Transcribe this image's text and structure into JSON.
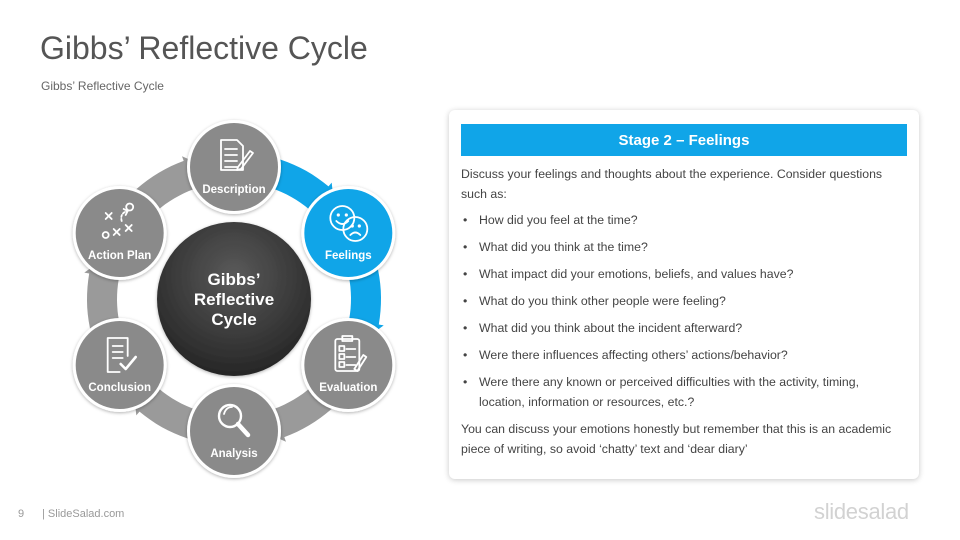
{
  "title": "Gibbs’ Reflective Cycle",
  "subtitle": "Gibbs’ Reflective Cycle",
  "diagram": {
    "center_lines": [
      "Gibbs’",
      "Reflective",
      "Cycle"
    ],
    "nodes": [
      {
        "label": "Description",
        "icon": "document-pen-icon",
        "active": false
      },
      {
        "label": "Feelings",
        "icon": "faces-icon",
        "active": true
      },
      {
        "label": "Evaluation",
        "icon": "checklist-clipboard-icon",
        "active": false
      },
      {
        "label": "Analysis",
        "icon": "magnifier-icon",
        "active": false
      },
      {
        "label": "Conclusion",
        "icon": "document-check-icon",
        "active": false
      },
      {
        "label": "Action Plan",
        "icon": "strategy-play-icon",
        "active": false
      }
    ],
    "colors": {
      "active": "#10a5e8",
      "node": "#8a8a8a",
      "ring": "#9a9a9a",
      "center": "#3d3d3d"
    }
  },
  "panel": {
    "header": "Stage 2 – Feelings",
    "intro": "Discuss your feelings and thoughts about the experience. Consider questions such as:",
    "bullets": [
      "How did you feel at the time?",
      "What did you think at the time?",
      "What impact did your emotions, beliefs, and values have?",
      "What do you think other people were feeling?",
      "What did you think about the incident afterward?",
      "Were there influences affecting others’ actions/behavior?",
      "Were there any known or perceived difficulties with the activity, timing, location, information or resources, etc.?"
    ],
    "outro": "You can discuss your emotions honestly but remember that this is an academic piece of writing, so avoid ‘chatty’ text and ‘dear diary’"
  },
  "footer": {
    "page_number": "9",
    "site": "| SlideSalad.com",
    "brand": "slidesalad"
  }
}
